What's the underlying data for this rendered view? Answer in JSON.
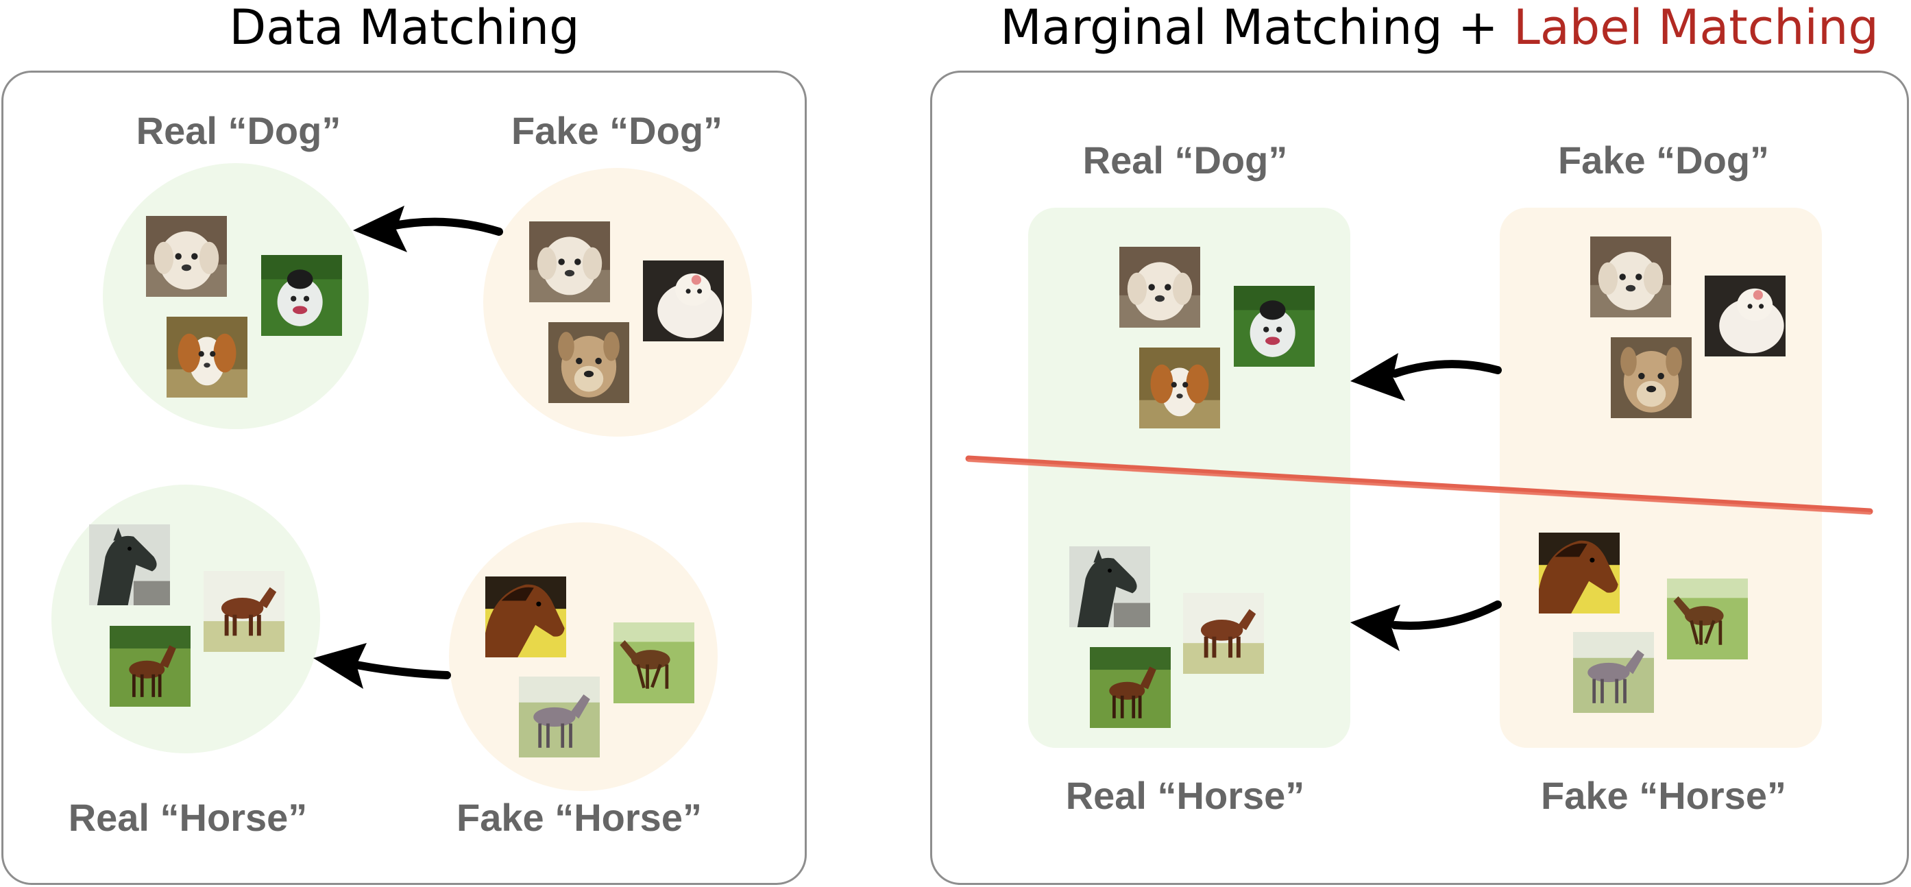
{
  "left_panel": {
    "title": "Data Matching",
    "real_dog_label": "Real “Dog”",
    "fake_dog_label": "Fake “Dog”",
    "real_horse_label": "Real “Horse”",
    "fake_horse_label": "Fake “Horse”"
  },
  "right_panel": {
    "title_part1": "Marginal Matching + ",
    "title_part2": "Label Matching",
    "real_dog_label": "Real “Dog”",
    "fake_dog_label": "Fake “Dog”",
    "real_horse_label": "Real “Horse”",
    "fake_horse_label": "Fake “Horse”"
  },
  "colors": {
    "label_matching_accent": "#b22a23",
    "real_group_fill": "#eff8ea",
    "fake_group_fill": "#fdf5e8",
    "label_text": "#666666",
    "divider_line": "#e0503c",
    "panel_border": "#8e8e8e"
  },
  "icons": {
    "dog_thumbnail": "dog-photo-icon",
    "horse_thumbnail": "horse-photo-icon",
    "arrow": "arrow-left-icon"
  }
}
